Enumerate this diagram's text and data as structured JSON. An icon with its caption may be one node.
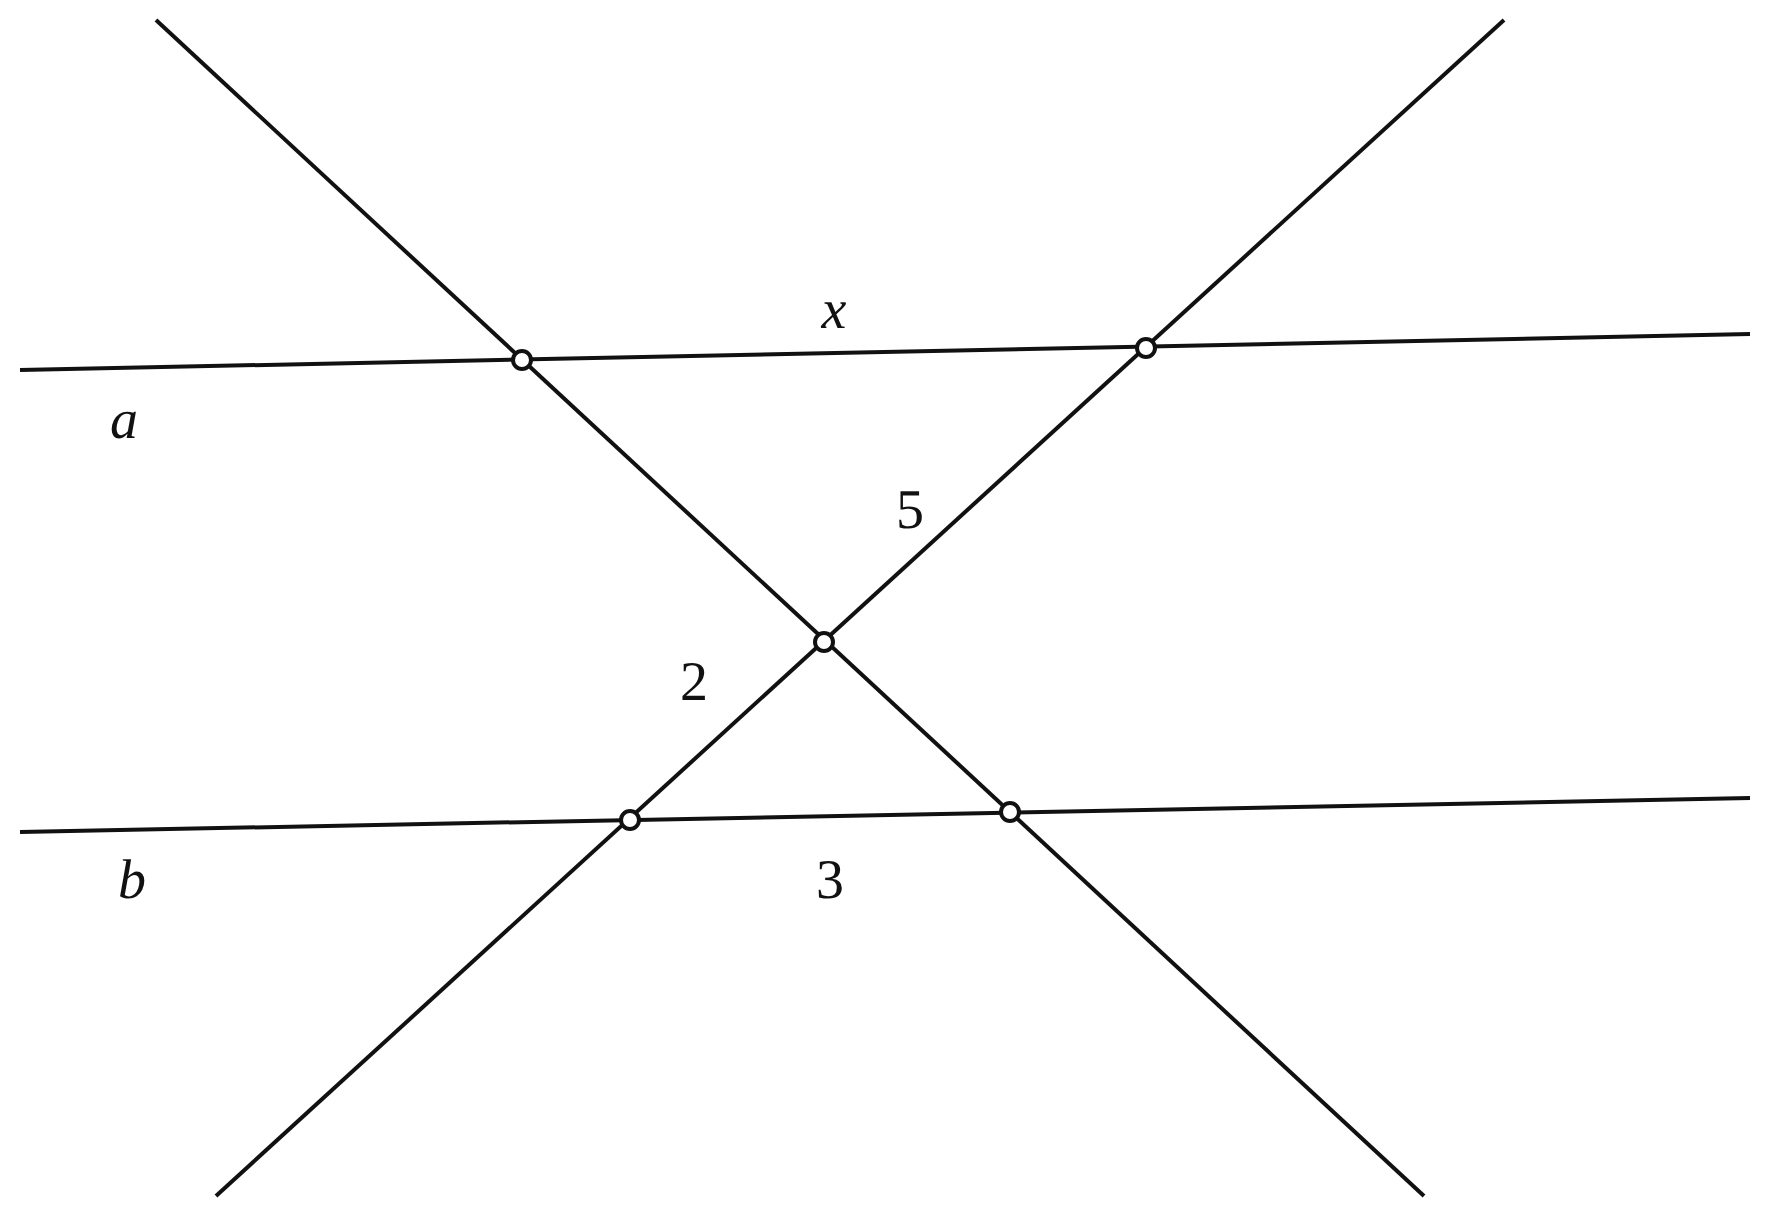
{
  "diagram": {
    "labels": [
      "x",
      "a",
      "5",
      "2",
      "b",
      "3"
    ]
  }
}
